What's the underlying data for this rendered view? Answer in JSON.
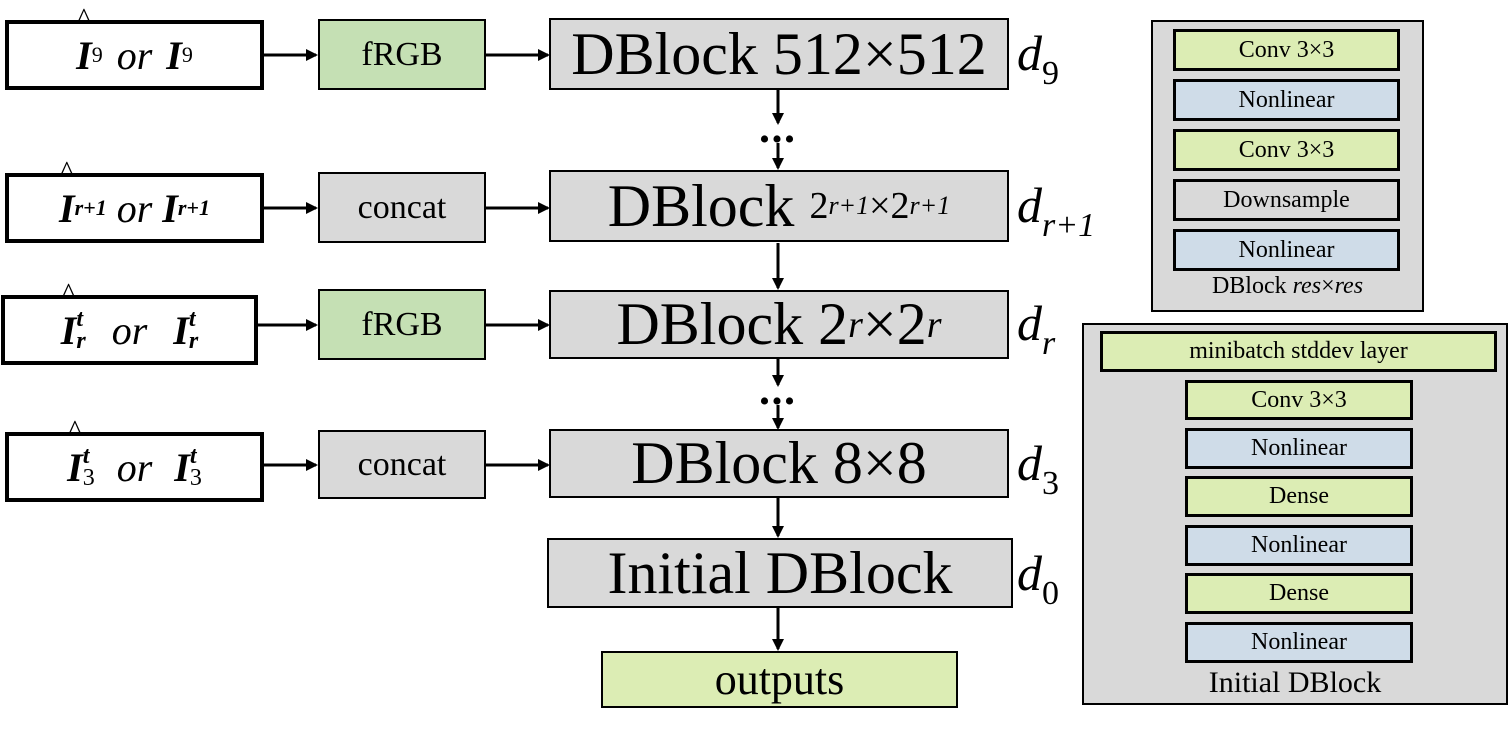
{
  "inputs": [
    {
      "id": "in9",
      "symbol": "I",
      "index": "9",
      "superscript": "",
      "or": "or"
    },
    {
      "id": "inr1",
      "symbol": "I",
      "index": "r+1",
      "superscript": "",
      "or": "or"
    },
    {
      "id": "inr",
      "symbol": "I",
      "index": "r",
      "superscript": "t",
      "or": "or"
    },
    {
      "id": "in3",
      "symbol": "I",
      "index": "3",
      "superscript": "t",
      "or": "or"
    }
  ],
  "middle": {
    "frgb_1": "fRGB",
    "concat_1": "concat",
    "frgb_2": "fRGB",
    "concat_2": "concat"
  },
  "dblocks": {
    "d9": {
      "prefix": "DBlock ",
      "res": "512×512"
    },
    "dr1": {
      "prefix": "DBlock ",
      "base": "2",
      "exp": "r+1",
      "times": "×"
    },
    "dr": {
      "prefix": "DBlock ",
      "base": "2",
      "exp": "r",
      "times": "×"
    },
    "d3": {
      "prefix": "DBlock ",
      "res": "8×8"
    },
    "d0": {
      "label": "Initial DBlock"
    }
  },
  "outputs_label": "outputs",
  "d_labels": {
    "d9": {
      "letter": "d",
      "sub": "9"
    },
    "dr1": {
      "letter": "d",
      "sub": "r+1"
    },
    "dr": {
      "letter": "d",
      "sub": "r"
    },
    "d3": {
      "letter": "d",
      "sub": "3"
    },
    "d0": {
      "letter": "d",
      "sub": "0"
    }
  },
  "ellipsis": "•••",
  "dblock_panel": {
    "layers": [
      "Conv 3×3",
      "Nonlinear",
      "Conv 3×3",
      "Downsample",
      "Nonlinear"
    ],
    "caption_prefix": "DBlock ",
    "caption_res": "res",
    "caption_times": "×"
  },
  "initial_panel": {
    "top_layer": "minibatch stddev layer",
    "layers": [
      "Conv 3×3",
      "Nonlinear",
      "Dense",
      "Nonlinear",
      "Dense",
      "Nonlinear"
    ],
    "caption": "Initial DBlock"
  },
  "colors": {
    "green_dark": "#c5e0b4",
    "green_light": "#dcedb4",
    "gray": "#d9d9d9",
    "blue_gray": "#cfdce8"
  }
}
